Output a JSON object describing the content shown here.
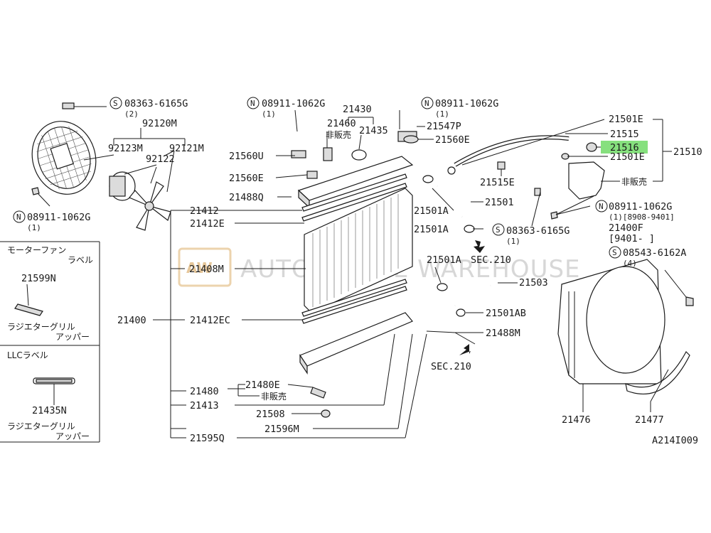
{
  "diagram": {
    "code": "A214I009",
    "watermark": {
      "logo": "AW",
      "text": "AUTOMOTIVE WAREHOUSE"
    },
    "highlighted_part": "21516",
    "labels": {
      "p08363_6165G_top": "08363-6165G",
      "q2_top": "(2)",
      "p92120M": "92120M",
      "p92123M": "92123M",
      "p92121M": "92121M",
      "p92122": "92122",
      "p08911_1062G_left": "08911-1062G",
      "q1_left": "(1)",
      "p08911_1062G_mid": "08911-1062G",
      "q1_mid": "(1)",
      "p21430": "21430",
      "p21460": "21460",
      "not_sold_1": "非販売",
      "p21435": "21435",
      "p08911_1062G_mid2": "08911-1062G",
      "q1_mid2": "(1)",
      "p21547P": "21547P",
      "p21560E_right": "21560E",
      "p21560U": "21560U",
      "p21560E_left": "21560E",
      "p21488Q": "21488Q",
      "p21501E_top": "21501E",
      "p21515": "21515",
      "p21516": "21516",
      "p21510": "21510",
      "p21501E_bot": "21501E",
      "not_sold_2": "非販売",
      "p21515E": "21515E",
      "p21501": "21501",
      "p21501A_1": "21501A",
      "p21501A_2": "21501A",
      "p08363_6165G_right": "08363-6165G",
      "q1_right": "(1)",
      "p08911_1062G_right": "08911-1062G",
      "q1_range": "(1)[8908-9401]",
      "p21400F": "21400F",
      "range2": "[9401-   ]",
      "p08543_6162A": "08543-6162A",
      "q4": "(4)",
      "p21412": "21412",
      "p21412E": "21412E",
      "p21408M": "21408M",
      "p21501A_3": "21501A",
      "sec210_1": "SEC.210",
      "p21503": "21503",
      "p21400": "21400",
      "p21412EC": "21412EC",
      "p21501AB": "21501AB",
      "p21488M": "21488M",
      "sec210_2": "SEC.210",
      "p21480": "21480",
      "p21480E": "21480E",
      "not_sold_3": "非販売",
      "p21413": "21413",
      "p21508": "21508",
      "p21596M": "21596M",
      "p21595Q": "21595Q",
      "p21476": "21476",
      "p21477": "21477",
      "motor_fan": "モーターファン",
      "label_1": "ラベル",
      "p21599N": "21599N",
      "rad_grille_1": "ラジエターグリル",
      "upper_1": "アッパー",
      "llc_label": "LLCラベル",
      "p21435N": "21435N",
      "rad_grille_2": "ラジエターグリル",
      "upper_2": "アッパー",
      "circle_S": "S",
      "circle_N": "N"
    }
  }
}
